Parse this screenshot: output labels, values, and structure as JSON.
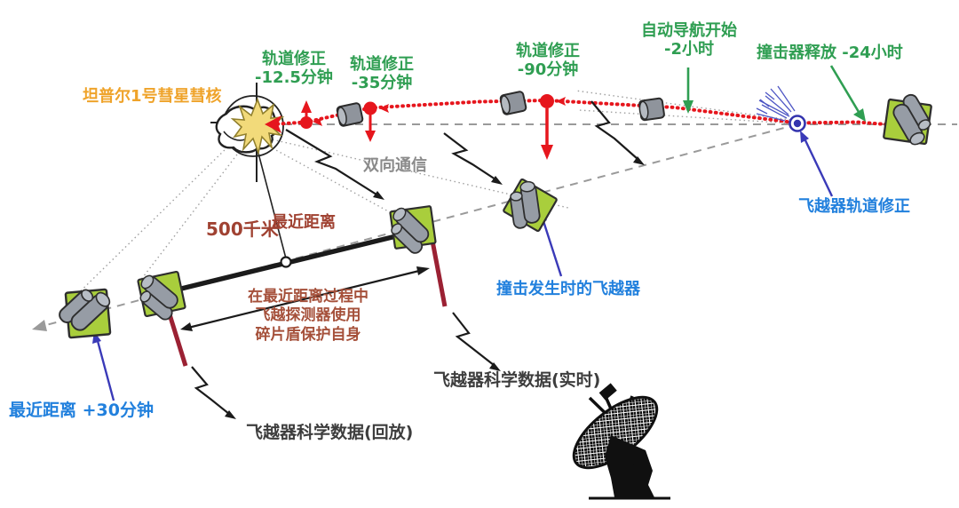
{
  "diagram": {
    "type": "mission-trajectory-diagram",
    "labels": {
      "comet": {
        "text": "坦普尔1号彗星彗核",
        "color": "#efa32a"
      },
      "tcm_125": {
        "line1": "轨道修正",
        "line2": "-12.5分钟",
        "color": "#2f9e52"
      },
      "tcm_35": {
        "line1": "轨道修正",
        "line2": "-35分钟",
        "color": "#2f9e52"
      },
      "tcm_90": {
        "line1": "轨道修正",
        "line2": "-90分钟",
        "color": "#2f9e52"
      },
      "autonav": {
        "line1": "自动导航开始",
        "line2": "-2小时",
        "color": "#2f9e52"
      },
      "impactor_release": {
        "text": "撞击器释放 -24小时",
        "color": "#2f9e52"
      },
      "flyby_tcm": {
        "text": "飞越器轨道修正",
        "color": "#2180dd"
      },
      "two_way_comm": {
        "text": "双向通信",
        "color": "#8b8b8b"
      },
      "distance_500km": {
        "text": "500千米",
        "color": "#a04232"
      },
      "closest_approach": {
        "text": "最近距离",
        "color": "#a04232"
      },
      "shield_note": {
        "line1": "在最近距离过程中",
        "line2": "飞越探测器使用",
        "line3": "碎片盾保护自身",
        "color": "#a5503a"
      },
      "flyby_at_impact": {
        "text": "撞击发生时的飞越器",
        "color": "#2180dd"
      },
      "science_realtime": {
        "text": "飞越器科学数据(实时)",
        "color": "#3d3d3d"
      },
      "science_playback": {
        "text": "飞越器科学数据(回放)",
        "color": "#3d3d3d"
      },
      "closest_plus_30": {
        "text": "最近距离 +30分钟",
        "color": "#2180dd"
      }
    },
    "colors": {
      "impactor_path_red": "#e6161d",
      "event_green": "#2f9e52",
      "label_blue": "#2180dd",
      "pointer_blue": "#3a3ab8",
      "shield_maroon": "#9b2133",
      "spacecraft_green": "#a9ce3c",
      "spacecraft_gray": "#969ca5",
      "path_gray": "#9a9a9a",
      "comet_burst_yellow": "#f2da7a"
    },
    "icons": [
      "comet-nucleus-icon",
      "impact-burst-icon",
      "impactor-cylinder-icon",
      "spacecraft-icon",
      "thruster-burn-icon",
      "ground-station-dish-icon",
      "closest-approach-marker",
      "debris-shield-bar"
    ]
  }
}
